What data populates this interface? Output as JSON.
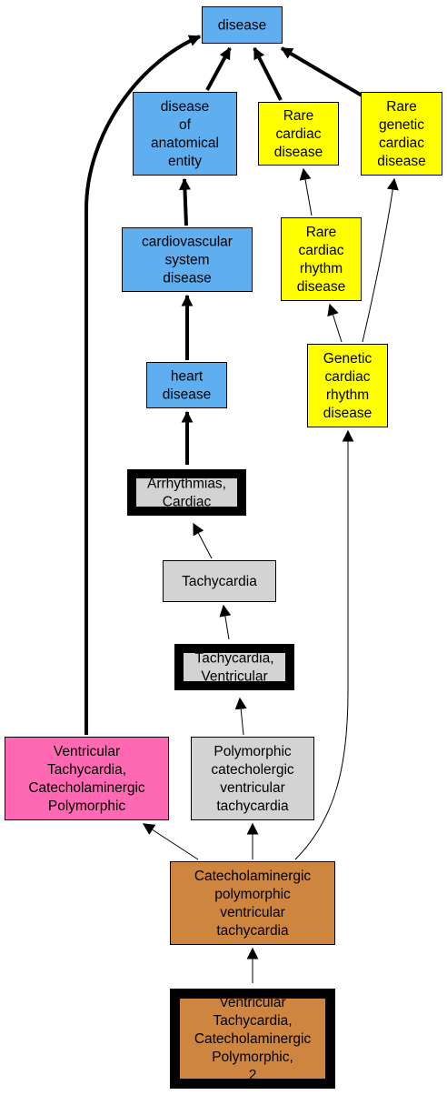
{
  "colors": {
    "blue": "#5faef0",
    "yellow": "#ffff00",
    "gray": "#d3d3d3",
    "pink": "#ff69b4",
    "orange": "#cd853f",
    "edge": "#000000"
  },
  "nodes": {
    "disease": {
      "lines": [
        "disease"
      ],
      "color": "blue"
    },
    "disease_of_anatomical_entity": {
      "lines": [
        "disease",
        "of",
        "anatomical",
        "entity"
      ],
      "color": "blue"
    },
    "rare_cardiac_disease": {
      "lines": [
        "Rare",
        "cardiac",
        "disease"
      ],
      "color": "yellow"
    },
    "rare_genetic_cardiac_disease": {
      "lines": [
        "Rare",
        "genetic",
        "cardiac",
        "disease"
      ],
      "color": "yellow"
    },
    "cardiovascular_system_disease": {
      "lines": [
        "cardiovascular",
        "system",
        "disease"
      ],
      "color": "blue"
    },
    "rare_cardiac_rhythm_disease": {
      "lines": [
        "Rare",
        "cardiac",
        "rhythm",
        "disease"
      ],
      "color": "yellow"
    },
    "heart_disease": {
      "lines": [
        "heart",
        "disease"
      ],
      "color": "blue"
    },
    "genetic_cardiac_rhythm_disease": {
      "lines": [
        "Genetic",
        "cardiac",
        "rhythm",
        "disease"
      ],
      "color": "yellow"
    },
    "arrhythmias_cardiac": {
      "lines": [
        "Arrhythmias,",
        "Cardiac"
      ],
      "color": "gray"
    },
    "tachycardia": {
      "lines": [
        "Tachycardia"
      ],
      "color": "gray"
    },
    "tachycardia_ventricular": {
      "lines": [
        "Tachycardia,",
        "Ventricular"
      ],
      "color": "gray"
    },
    "vt_catecholaminergic_polymorphic": {
      "lines": [
        "Ventricular",
        "Tachycardia,",
        "Catecholaminergic",
        "Polymorphic"
      ],
      "color": "pink"
    },
    "polymorphic_catecholergic_vt": {
      "lines": [
        "Polymorphic",
        "catecholergic",
        "ventricular",
        "tachycardia"
      ],
      "color": "gray"
    },
    "catecholaminergic_polymorphic_vt": {
      "lines": [
        "Catecholaminergic",
        "polymorphic",
        "ventricular",
        "tachycardia"
      ],
      "color": "orange"
    },
    "vt_catecholaminergic_polymorphic_2": {
      "lines": [
        "Ventricular",
        "Tachycardia,",
        "Catecholaminergic",
        "Polymorphic,",
        "2"
      ],
      "color": "orange"
    }
  },
  "edges": [
    {
      "from": "disease_of_anatomical_entity",
      "to": "disease",
      "weight": "heavy"
    },
    {
      "from": "rare_cardiac_disease",
      "to": "disease",
      "weight": "heavy"
    },
    {
      "from": "rare_genetic_cardiac_disease",
      "to": "disease",
      "weight": "heavy"
    },
    {
      "from": "vt_catecholaminergic_polymorphic",
      "to": "disease",
      "weight": "heavy"
    },
    {
      "from": "cardiovascular_system_disease",
      "to": "disease_of_anatomical_entity",
      "weight": "heavy"
    },
    {
      "from": "heart_disease",
      "to": "cardiovascular_system_disease",
      "weight": "heavy"
    },
    {
      "from": "arrhythmias_cardiac",
      "to": "heart_disease",
      "weight": "heavy"
    },
    {
      "from": "rare_cardiac_rhythm_disease",
      "to": "rare_cardiac_disease",
      "weight": "thin"
    },
    {
      "from": "genetic_cardiac_rhythm_disease",
      "to": "rare_cardiac_rhythm_disease",
      "weight": "thin"
    },
    {
      "from": "genetic_cardiac_rhythm_disease",
      "to": "rare_genetic_cardiac_disease",
      "weight": "thin"
    },
    {
      "from": "tachycardia",
      "to": "arrhythmias_cardiac",
      "weight": "thin"
    },
    {
      "from": "tachycardia_ventricular",
      "to": "tachycardia",
      "weight": "thin"
    },
    {
      "from": "polymorphic_catecholergic_vt",
      "to": "tachycardia_ventricular",
      "weight": "thin"
    },
    {
      "from": "catecholaminergic_polymorphic_vt",
      "to": "vt_catecholaminergic_polymorphic",
      "weight": "thin"
    },
    {
      "from": "catecholaminergic_polymorphic_vt",
      "to": "polymorphic_catecholergic_vt",
      "weight": "thin"
    },
    {
      "from": "catecholaminergic_polymorphic_vt",
      "to": "genetic_cardiac_rhythm_disease",
      "weight": "thin"
    },
    {
      "from": "vt_catecholaminergic_polymorphic_2",
      "to": "catecholaminergic_polymorphic_vt",
      "weight": "thin"
    }
  ]
}
